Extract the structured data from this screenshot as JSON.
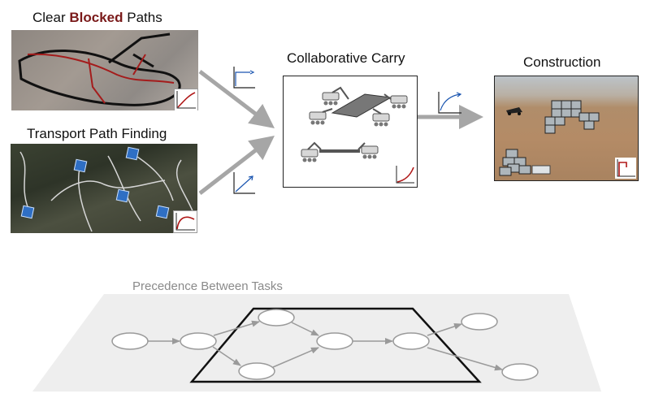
{
  "tasks": {
    "clear": {
      "prefix": "Clear",
      "highlight": "Blocked",
      "suffix": "Paths"
    },
    "transport": {
      "label": "Transport Path Finding"
    },
    "carry": {
      "label": "Collaborative Carry"
    },
    "construction": {
      "label": "Construction"
    }
  },
  "precedence": {
    "label": "Precedence Between Tasks"
  },
  "colors": {
    "highlight": "#7a1a1a",
    "arrow": "#a6a6a6",
    "curve_red": "#b01818",
    "curve_blue": "#1a55b0",
    "node_stroke": "#9a9a9a",
    "plane": "#eeeeee"
  }
}
